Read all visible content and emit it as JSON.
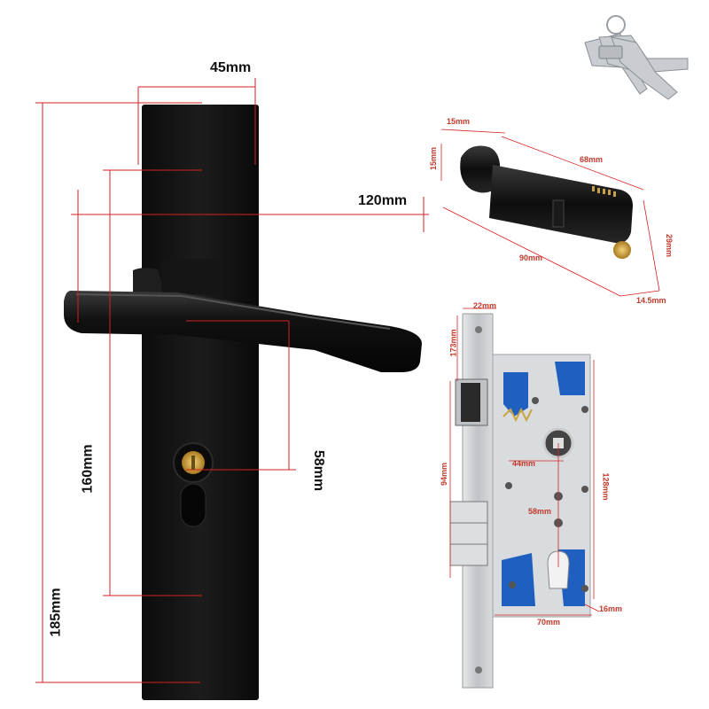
{
  "handle_dimensions": {
    "plate_width": "45mm",
    "handle_length": "120mm",
    "center_distance": "58mm",
    "upper_height": "160mm",
    "plate_height": "185mm"
  },
  "cylinder_dimensions": {
    "knob_width": "15mm",
    "knob_height": "15mm",
    "body_length": "68mm",
    "total_length": "90mm",
    "body_height": "29mm",
    "end_width": "14.5mm"
  },
  "mortise_dimensions": {
    "faceplate_width": "22mm",
    "top_offset": "173mm",
    "spindle_offset": "44mm",
    "latch_distance": "94mm",
    "center_distance": "58mm",
    "body_height": "128mm",
    "body_width": "70mm",
    "depth": "16mm"
  },
  "colors": {
    "dimension_line": "#d62020",
    "handle_black": "#141414",
    "brass": "#d4a640",
    "steel": "#c8ccd0",
    "blue_part": "#1f5fbf"
  }
}
